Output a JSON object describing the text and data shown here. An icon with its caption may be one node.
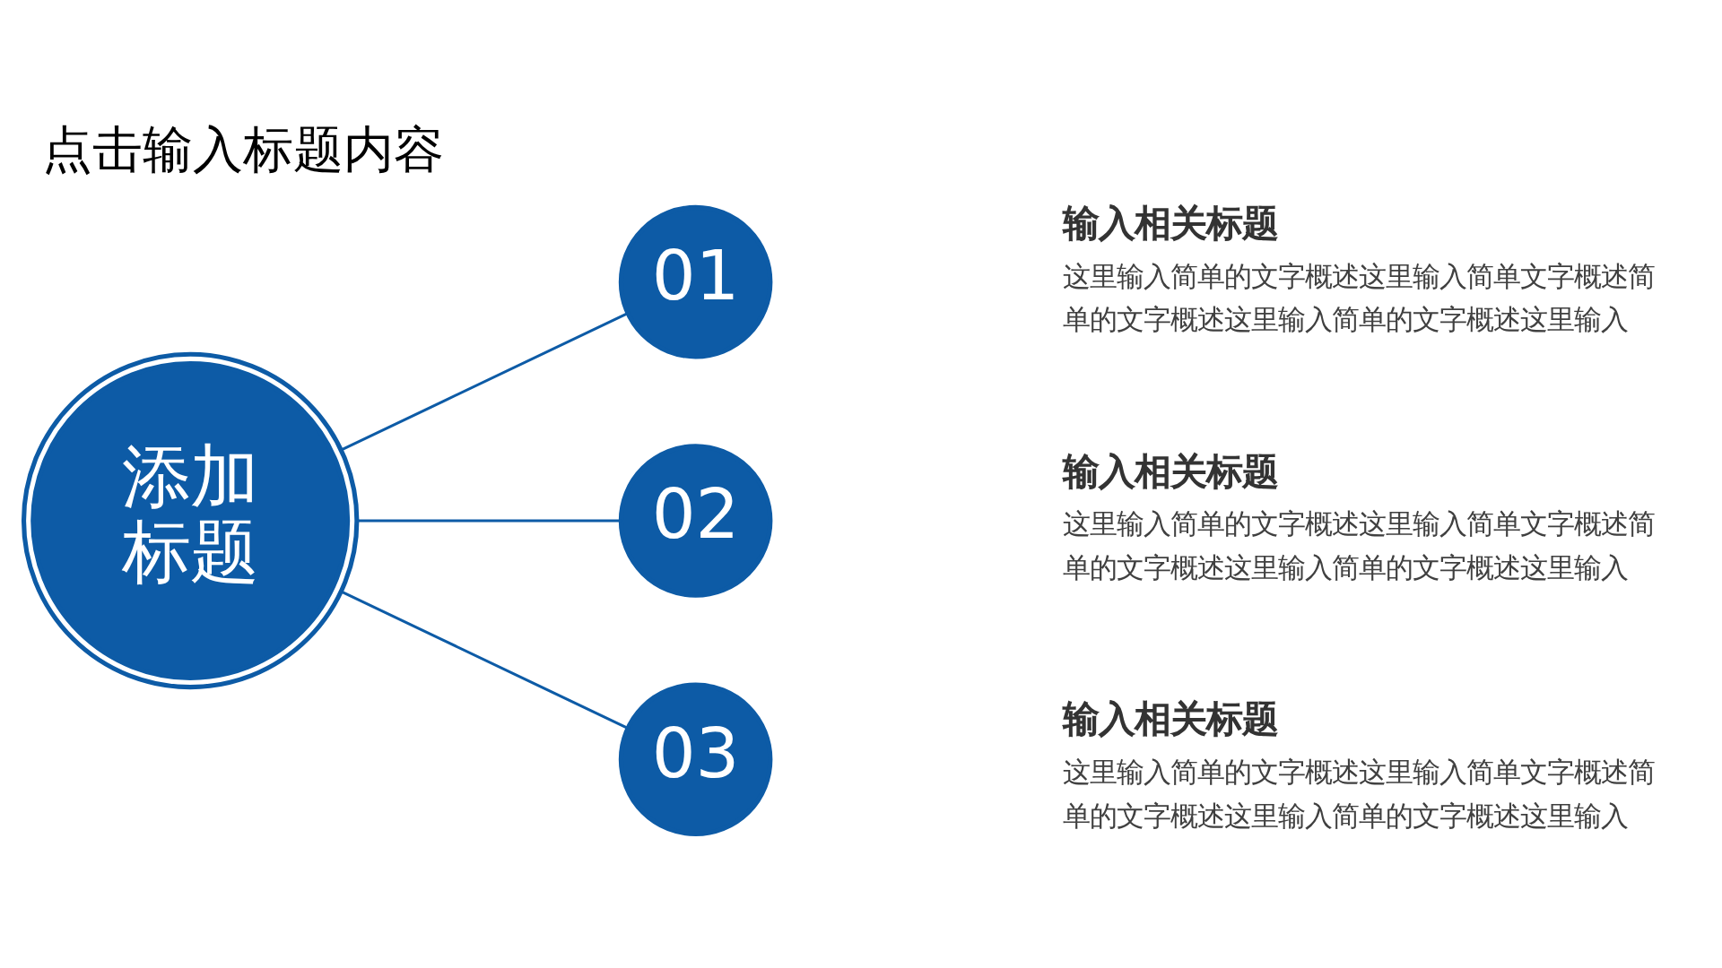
{
  "diagram": {
    "title": "点击输入标题内容",
    "nodes": [
      {
        "text": [
          "添加标题"
        ]
      },
      {
        "text": [
          "01"
        ],
        "beside": [
          "输入相关标题",
          "这里输入简单的文字概述这里输入简单文字概述简单的文字概述这里输入简单的文字概述这里输入"
        ]
      },
      {
        "text": [
          "02"
        ],
        "beside": [
          "输入相关标题",
          "这里输入简单的文字概述这里输入简单文字概述简单的文字概述这里输入简单的文字概述这里输入"
        ]
      },
      {
        "text": [
          "03"
        ],
        "beside": [
          "输入相关标题",
          "这里输入简单的文字概述这里输入简单文字概述简单的文字概述这里输入简单的文字概述这里输入"
        ]
      }
    ],
    "edges": [
      {
        "from": 0,
        "to": 1,
        "arrow": "none"
      },
      {
        "from": 0,
        "to": 2,
        "arrow": "none"
      },
      {
        "from": 0,
        "to": 3,
        "arrow": "none"
      }
    ]
  }
}
